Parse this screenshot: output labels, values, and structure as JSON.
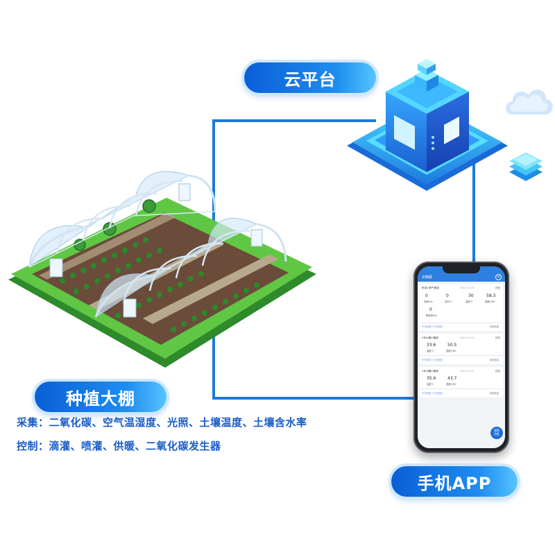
{
  "labels": {
    "cloud": "云平台",
    "greenhouse": "种植大棚",
    "app": "手机APP"
  },
  "descriptions": {
    "collect": "采集：二氧化碳、空气温湿度、光照、土壤温度、土壤含水率",
    "control": "控制：滴灌、喷灌、供暖、二氧化碳发生器"
  },
  "phone": {
    "app_title": "云物联",
    "cards": [
      {
        "header": "科技小院气象站",
        "time": "2021-12-01",
        "status": "在线",
        "readings": [
          {
            "value": "0",
            "label": "风速m/s"
          },
          {
            "value": "0",
            "label": "风向(°)"
          },
          {
            "value": "30",
            "label": "温度℃"
          },
          {
            "value": "58.3",
            "label": "湿度%RH"
          }
        ],
        "extra": {
          "value": "0",
          "label": "降雨量mm"
        },
        "footer": "环境数据 | 历史数据",
        "footer_right": "电池电量"
      },
      {
        "header": "2号大棚小管家",
        "time": "2021-12-01",
        "status": "在线",
        "readings": [
          {
            "value": "33.6",
            "label": "温度℃"
          },
          {
            "value": "50.5",
            "label": "湿度%RH"
          }
        ],
        "footer": "环境数据 | 历史数据",
        "footer_right": "电池电量"
      },
      {
        "header": "1号大棚小管家",
        "time": "2021-01-01",
        "status": "在线",
        "readings": [
          {
            "value": "35.6",
            "label": "温度℃"
          },
          {
            "value": "43.7",
            "label": "湿度%RH"
          }
        ],
        "footer": "环境数据 | 历史数据",
        "footer_right": "电池电量"
      }
    ],
    "fab": [
      "报警",
      "消息"
    ]
  },
  "colors": {
    "line": "#1d7ad9",
    "pill_start": "#0a5fd6",
    "pill_end": "#57c4ff",
    "text_blue": "#1a5cc7",
    "grass": "#4cb63f",
    "soil": "#6b4b3a"
  },
  "icons": [
    "cloud-server-icon",
    "cloud-icon",
    "database-icon",
    "greenhouse-illustration",
    "smartphone-illustration"
  ]
}
